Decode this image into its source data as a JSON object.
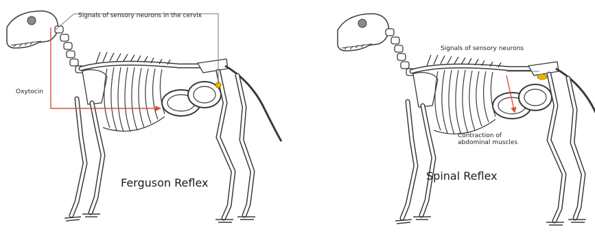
{
  "left_panel": {
    "sensory_label": "Signals of sensory neurons in the cervix",
    "hormone_label": "Oxytocin",
    "reflex_title": "Ferguson Reflex"
  },
  "right_panel": {
    "sensory_label": "Signals of sensory neurons",
    "muscle_label_line1": "Contraction of",
    "muscle_label_line2": "abdominal muscles",
    "reflex_title": "Spinal Reflex"
  },
  "colors": {
    "arrow": "#d9532b",
    "nerve_dot": "#e8b400",
    "outline": "#3a3a3a",
    "pathway_line": "#777777"
  }
}
